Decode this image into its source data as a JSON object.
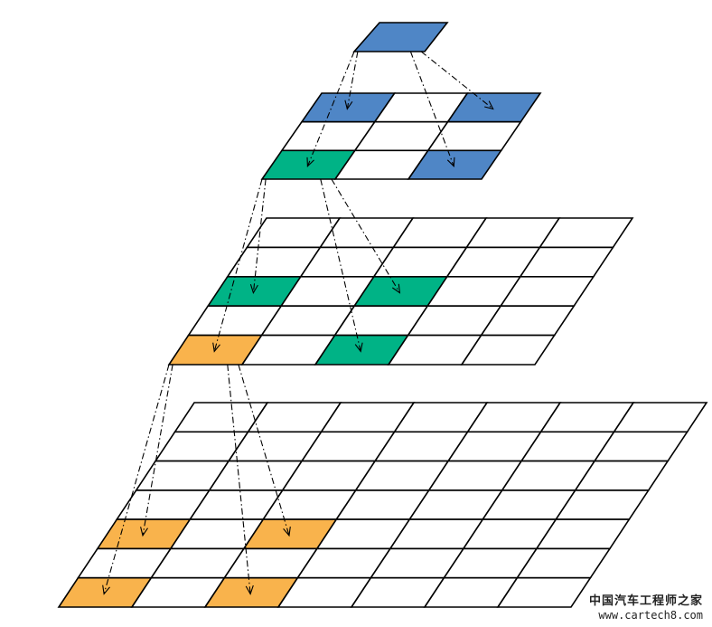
{
  "colors": {
    "blue": "#4f86c6",
    "green": "#00b386",
    "orange": "#f9b34c",
    "empty": "#ffffff",
    "line": "#000000"
  },
  "layers": [
    {
      "name": "1x1",
      "rows": 1,
      "cols": 1,
      "highlighted": [
        {
          "row": 0,
          "col": 0,
          "color": "blue"
        }
      ]
    },
    {
      "name": "3x3",
      "rows": 3,
      "cols": 3,
      "highlighted": [
        {
          "row": 0,
          "col": 0,
          "color": "blue"
        },
        {
          "row": 0,
          "col": 2,
          "color": "blue"
        },
        {
          "row": 2,
          "col": 0,
          "color": "green"
        },
        {
          "row": 2,
          "col": 2,
          "color": "blue"
        }
      ]
    },
    {
      "name": "5x5",
      "rows": 5,
      "cols": 5,
      "highlighted": [
        {
          "row": 2,
          "col": 0,
          "color": "green"
        },
        {
          "row": 2,
          "col": 2,
          "color": "green"
        },
        {
          "row": 4,
          "col": 0,
          "color": "orange"
        },
        {
          "row": 4,
          "col": 2,
          "color": "green"
        }
      ]
    },
    {
      "name": "7x7",
      "rows": 7,
      "cols": 7,
      "highlighted": [
        {
          "row": 4,
          "col": 0,
          "color": "orange"
        },
        {
          "row": 4,
          "col": 2,
          "color": "orange"
        },
        {
          "row": 6,
          "col": 0,
          "color": "orange"
        },
        {
          "row": 6,
          "col": 2,
          "color": "orange"
        }
      ]
    }
  ],
  "connections": [
    {
      "from_layer": 0,
      "from_row": 0,
      "from_col": 0,
      "to_layer": 1,
      "to_row": 0,
      "to_col": 0
    },
    {
      "from_layer": 0,
      "from_row": 0,
      "from_col": 0,
      "to_layer": 1,
      "to_row": 0,
      "to_col": 2
    },
    {
      "from_layer": 0,
      "from_row": 0,
      "from_col": 0,
      "to_layer": 1,
      "to_row": 2,
      "to_col": 0
    },
    {
      "from_layer": 0,
      "from_row": 0,
      "from_col": 0,
      "to_layer": 1,
      "to_row": 2,
      "to_col": 2
    },
    {
      "from_layer": 1,
      "from_row": 2,
      "from_col": 0,
      "to_layer": 2,
      "to_row": 2,
      "to_col": 0
    },
    {
      "from_layer": 1,
      "from_row": 2,
      "from_col": 0,
      "to_layer": 2,
      "to_row": 2,
      "to_col": 2
    },
    {
      "from_layer": 1,
      "from_row": 2,
      "from_col": 0,
      "to_layer": 2,
      "to_row": 4,
      "to_col": 0
    },
    {
      "from_layer": 1,
      "from_row": 2,
      "from_col": 0,
      "to_layer": 2,
      "to_row": 4,
      "to_col": 2
    },
    {
      "from_layer": 2,
      "from_row": 4,
      "from_col": 0,
      "to_layer": 3,
      "to_row": 4,
      "to_col": 0
    },
    {
      "from_layer": 2,
      "from_row": 4,
      "from_col": 0,
      "to_layer": 3,
      "to_row": 4,
      "to_col": 2
    },
    {
      "from_layer": 2,
      "from_row": 4,
      "from_col": 0,
      "to_layer": 3,
      "to_row": 6,
      "to_col": 0
    },
    {
      "from_layer": 2,
      "from_row": 4,
      "from_col": 0,
      "to_layer": 3,
      "to_row": 6,
      "to_col": 2
    }
  ],
  "watermark": {
    "title": "中国汽车工程师之家",
    "url": "www.cartech8.com"
  }
}
